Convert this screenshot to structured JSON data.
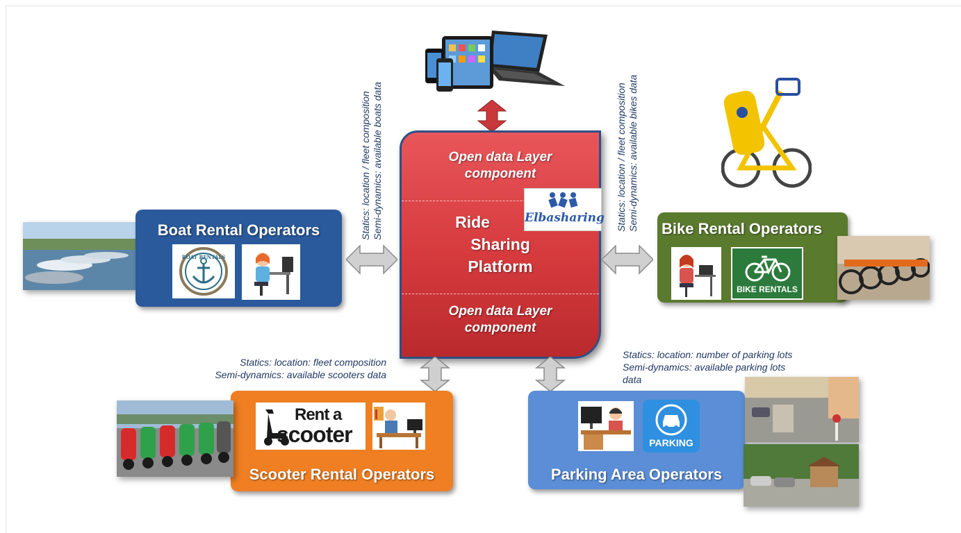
{
  "platform": {
    "top_label": "Open data Layer component",
    "center_label_line1": "Ride",
    "center_label_line2": "Sharing",
    "center_label_line3": "Platform",
    "bottom_label": "Open data Layer component",
    "logo_text": "Elbasharing"
  },
  "boat": {
    "title": "Boat Rental Operators",
    "logo_text": "BOAT RENTALS",
    "note_line1": "Statics: location / fleet composition",
    "note_line2": "Semi-dynamics: available boats data"
  },
  "bike": {
    "title": "Bike Rental Operators",
    "logo_text": "BIKE RENTALS",
    "note_line1": "Statics: location / fleet composition",
    "note_line2": "Semi-dynamics: available bikes data"
  },
  "scooter": {
    "title": "Scooter Rental Operators",
    "logo_line1": "Rent a",
    "logo_line2": "scooter",
    "note_line1": "Statics: location: fleet composition",
    "note_line2": "Semi-dynamics: available scooters data"
  },
  "parking": {
    "title": "Parking Area Operators",
    "logo_text": "PARKING",
    "note_line1": "Statics: location: number of parking lots",
    "note_line2": "Semi-dynamics: available parking lots",
    "note_line3": "data"
  },
  "colors": {
    "boat": "#2a5a9b",
    "bike": "#5a7a2e",
    "scooter": "#ef7f22",
    "parking": "#5b8ed6",
    "platform": "#d63a3d",
    "note_text": "#1f3864"
  }
}
